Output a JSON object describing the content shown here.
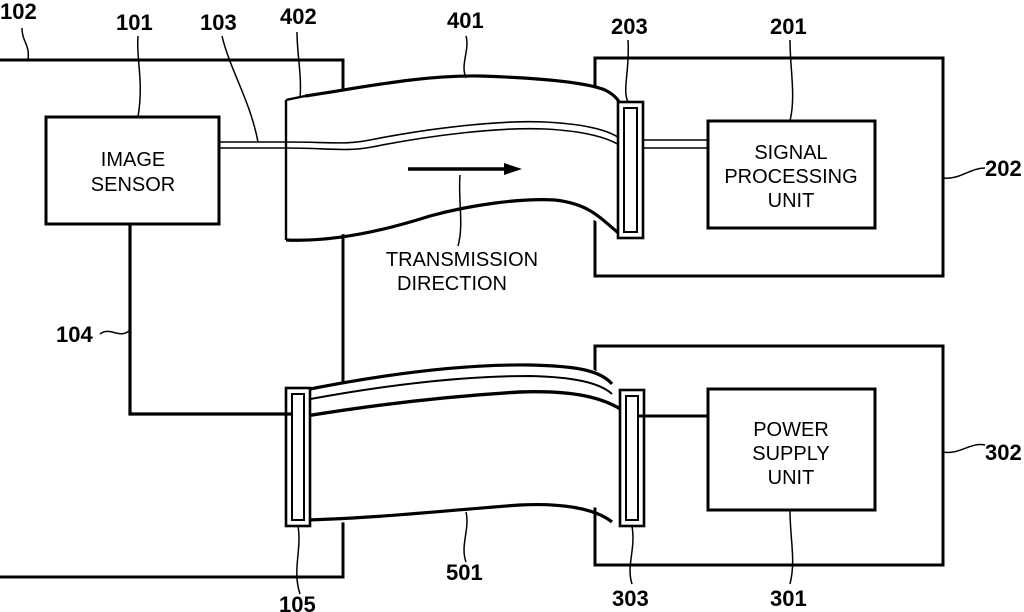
{
  "references": {
    "r101": "101",
    "r102": "102",
    "r103": "103",
    "r104": "104",
    "r105": "105",
    "r201": "201",
    "r202": "202",
    "r203": "203",
    "r301": "301",
    "r302": "302",
    "r303": "303",
    "r401": "401",
    "r402": "402",
    "r501": "501"
  },
  "blocks": {
    "image_sensor": [
      "IMAGE",
      "SENSOR"
    ],
    "signal_processing_unit": [
      "SIGNAL",
      "PROCESSING",
      "UNIT"
    ],
    "power_supply_unit": [
      "POWER",
      "SUPPLY",
      "UNIT"
    ]
  },
  "transmission_direction": [
    "TRANSMISSION",
    "DIRECTION"
  ],
  "colors": {
    "line": "#000000",
    "background": "#ffffff"
  }
}
